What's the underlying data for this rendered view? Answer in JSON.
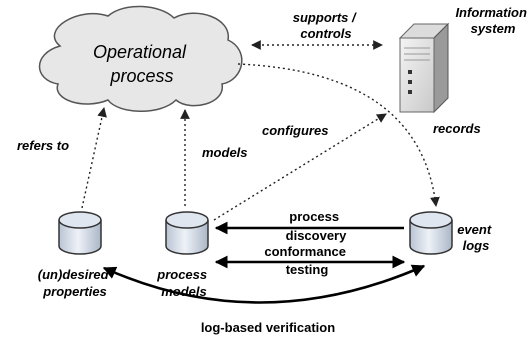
{
  "nodes": {
    "operational_process": [
      "Operational",
      "process"
    ],
    "information_system": [
      "Information",
      "system"
    ],
    "undesired_properties": [
      "(un)desired",
      "properties"
    ],
    "process_models": [
      "process",
      "models"
    ],
    "event_logs": [
      "event",
      "logs"
    ]
  },
  "edges": {
    "supports_controls": [
      "supports /",
      "controls"
    ],
    "records": "records",
    "refers_to": "refers to",
    "models": "models",
    "configures": "configures",
    "process_discovery": [
      "process",
      "discovery"
    ],
    "conformance_testing": [
      "conformance",
      "testing"
    ],
    "log_based_verification": "log-based verification"
  }
}
